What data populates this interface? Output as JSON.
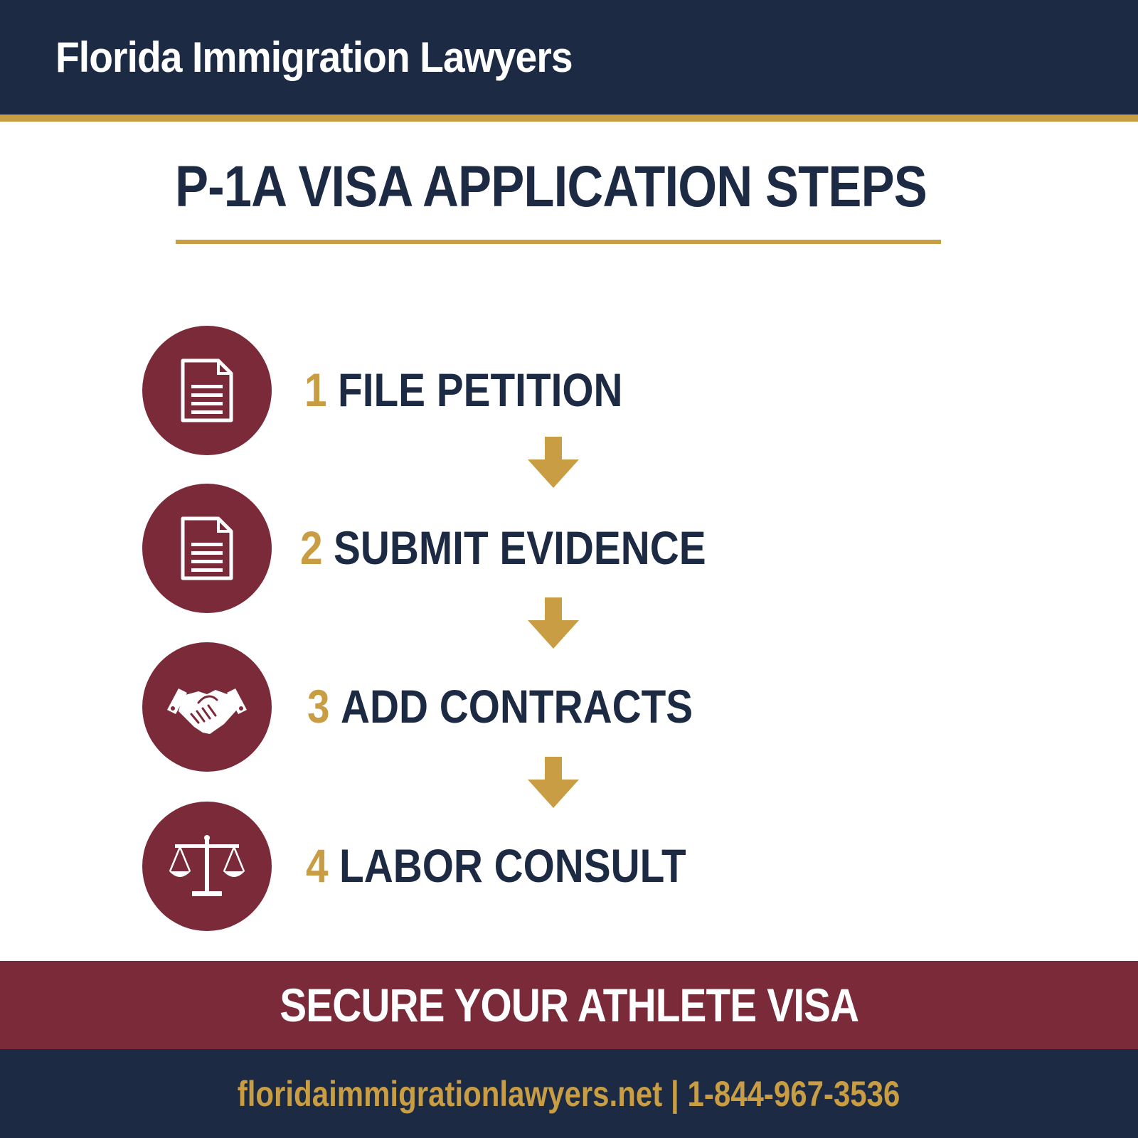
{
  "header": {
    "title": "Florida Immigration Lawyers"
  },
  "main": {
    "title": "P-1A VISA APPLICATION STEPS",
    "steps": [
      {
        "number": "1",
        "label": "FILE PETITION",
        "icon": "document-icon"
      },
      {
        "number": "2",
        "label": "SUBMIT EVIDENCE",
        "icon": "document-icon"
      },
      {
        "number": "3",
        "label": "ADD CONTRACTS",
        "icon": "handshake-icon"
      },
      {
        "number": "4",
        "label": "LABOR CONSULT",
        "icon": "scales-of-justice-icon"
      }
    ],
    "connector_icon": "arrow-down-icon"
  },
  "cta": {
    "text": "SECURE YOUR ATHLETE VISA"
  },
  "footer": {
    "website": "floridaimmigrationlawyers.net",
    "separator": "|",
    "phone": "1-844-967-3536"
  },
  "colors": {
    "navy": "#1c2a43",
    "gold": "#c89d43",
    "maroon": "#7a2a38",
    "white": "#ffffff"
  }
}
